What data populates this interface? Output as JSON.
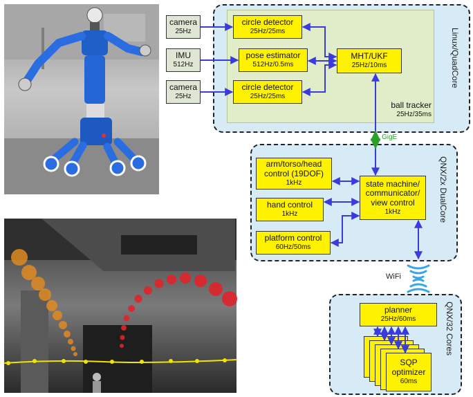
{
  "panels": {
    "linux": {
      "label": "Linux/QuadCore"
    },
    "qnx_dual": {
      "label": "QNX/2x DualCore"
    },
    "qnx_32": {
      "label": "QNX/32 Cores"
    }
  },
  "ball_tracker": {
    "name": "ball tracker",
    "rate": "25Hz/35ms"
  },
  "sensors": {
    "camera1": {
      "name": "camera",
      "rate": "25Hz"
    },
    "imu": {
      "name": "IMU",
      "rate": "512Hz"
    },
    "camera2": {
      "name": "camera",
      "rate": "25Hz"
    }
  },
  "modules": {
    "circle1": {
      "name": "circle detector",
      "rate": "25Hz/25ms"
    },
    "pose": {
      "name": "pose estimator",
      "rate": "512Hz/0.5ms"
    },
    "circle2": {
      "name": "circle detector",
      "rate": "25Hz/25ms"
    },
    "mht": {
      "name": "MHT/UKF",
      "rate": "25Hz/10ms"
    },
    "arm": {
      "name": "arm/torso/head control (19DOF)",
      "rate": "1kHz"
    },
    "hand": {
      "name": "hand control",
      "rate": "1kHz"
    },
    "platform": {
      "name": "platform control",
      "rate": "60Hz/50ms"
    },
    "state": {
      "name": "state machine/ communicator/ view control",
      "rate": "1kHz"
    },
    "planner": {
      "name": "planner",
      "rate": "25Hz/60ms"
    },
    "sqp": {
      "name": "SQP optimizer",
      "rate": "60ms"
    }
  },
  "links": {
    "gige": "GigE",
    "wifi": "WiFi"
  },
  "colors": {
    "yellow": "#fff200",
    "panel_blue": "#d7ebf7",
    "inner_green": "#e1ecc9",
    "arrow_blue": "#3b3bdc",
    "gige_green": "#2aa02a"
  }
}
